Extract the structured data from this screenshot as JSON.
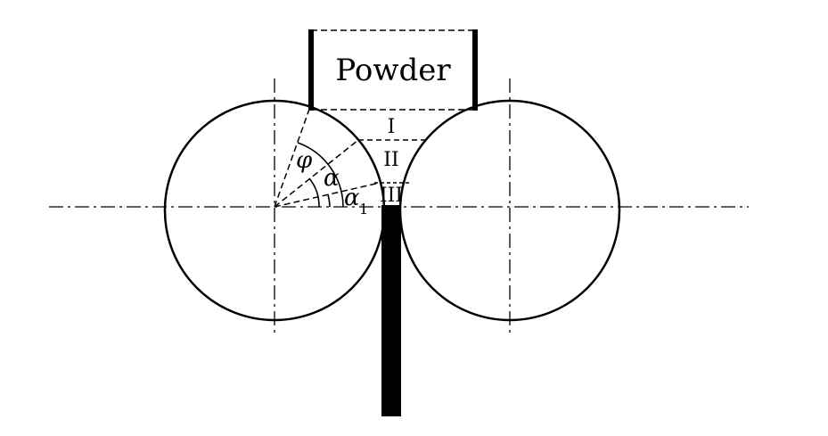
{
  "hopper": {
    "label": "Powder"
  },
  "zones": {
    "zone1": "I",
    "zone2": "II",
    "zone3": "III"
  },
  "angles": {
    "phi": "φ",
    "alpha": "α",
    "alpha1_base": "α",
    "alpha1_sub": "1"
  }
}
